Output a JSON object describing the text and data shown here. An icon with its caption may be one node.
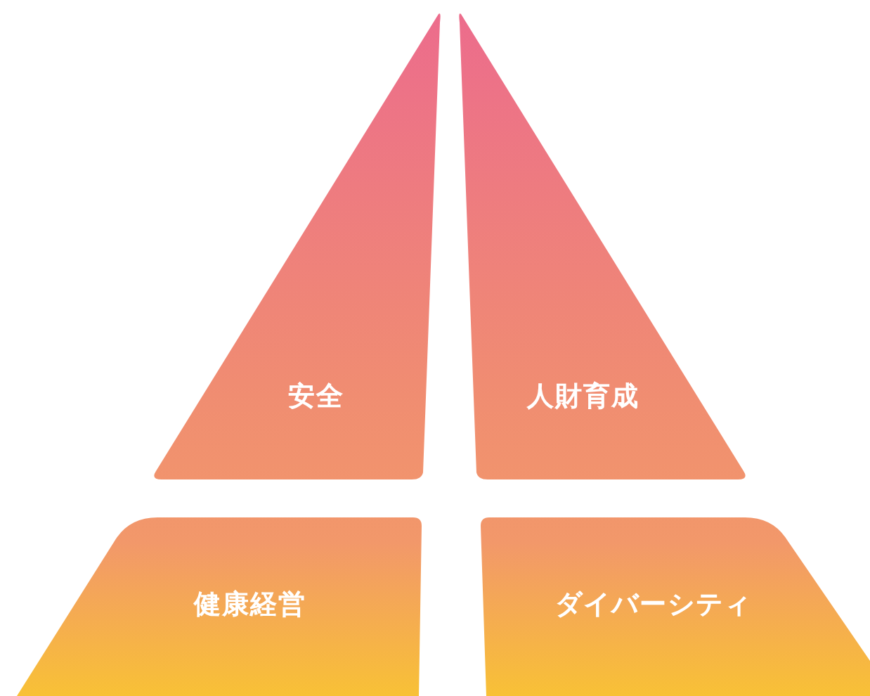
{
  "diagram": {
    "nodes": [
      {
        "text": [
          "安全"
        ]
      },
      {
        "text": [
          "人財育成"
        ]
      },
      {
        "text": [
          "健康経営"
        ]
      },
      {
        "text": [
          "ダイバーシティ"
        ]
      }
    ]
  }
}
